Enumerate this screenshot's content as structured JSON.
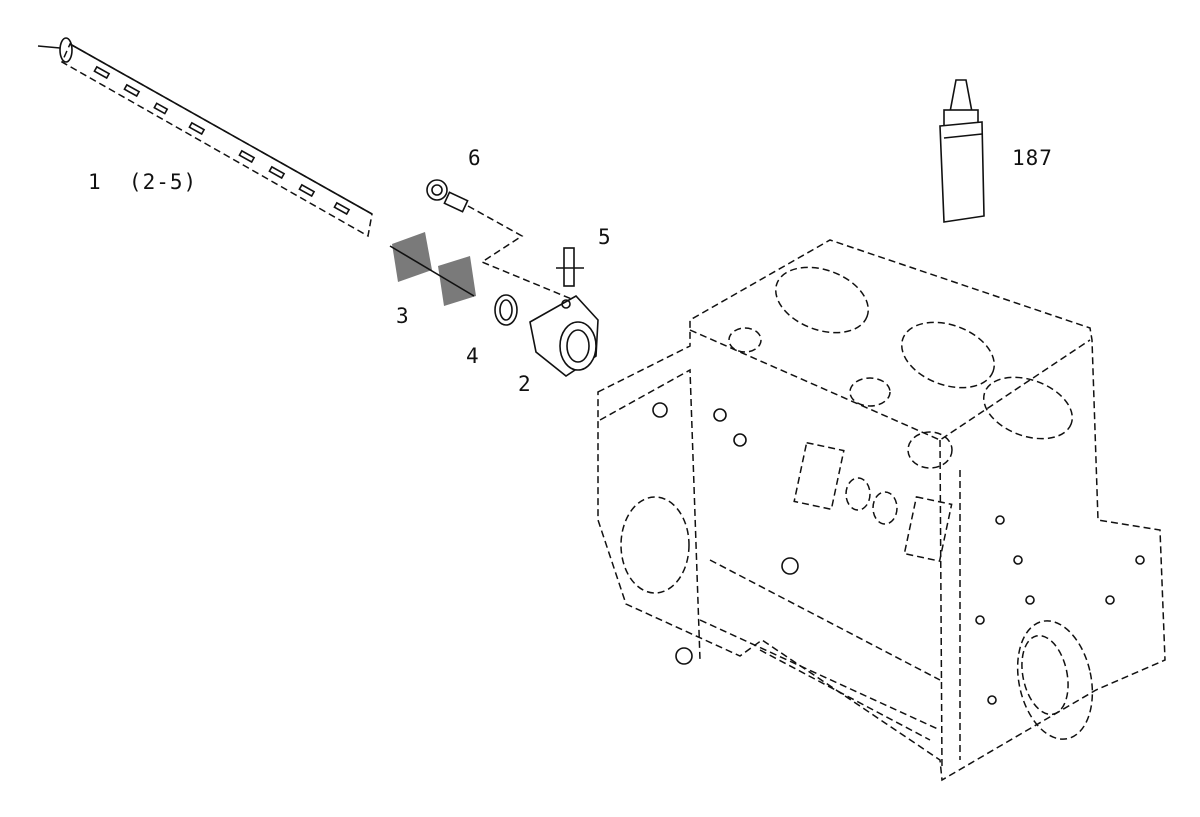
{
  "callouts": {
    "item1": "1  (2-5)",
    "item2": "2",
    "item3": "3",
    "item4": "4",
    "item5": "5",
    "item6": "6",
    "item187": "187"
  }
}
